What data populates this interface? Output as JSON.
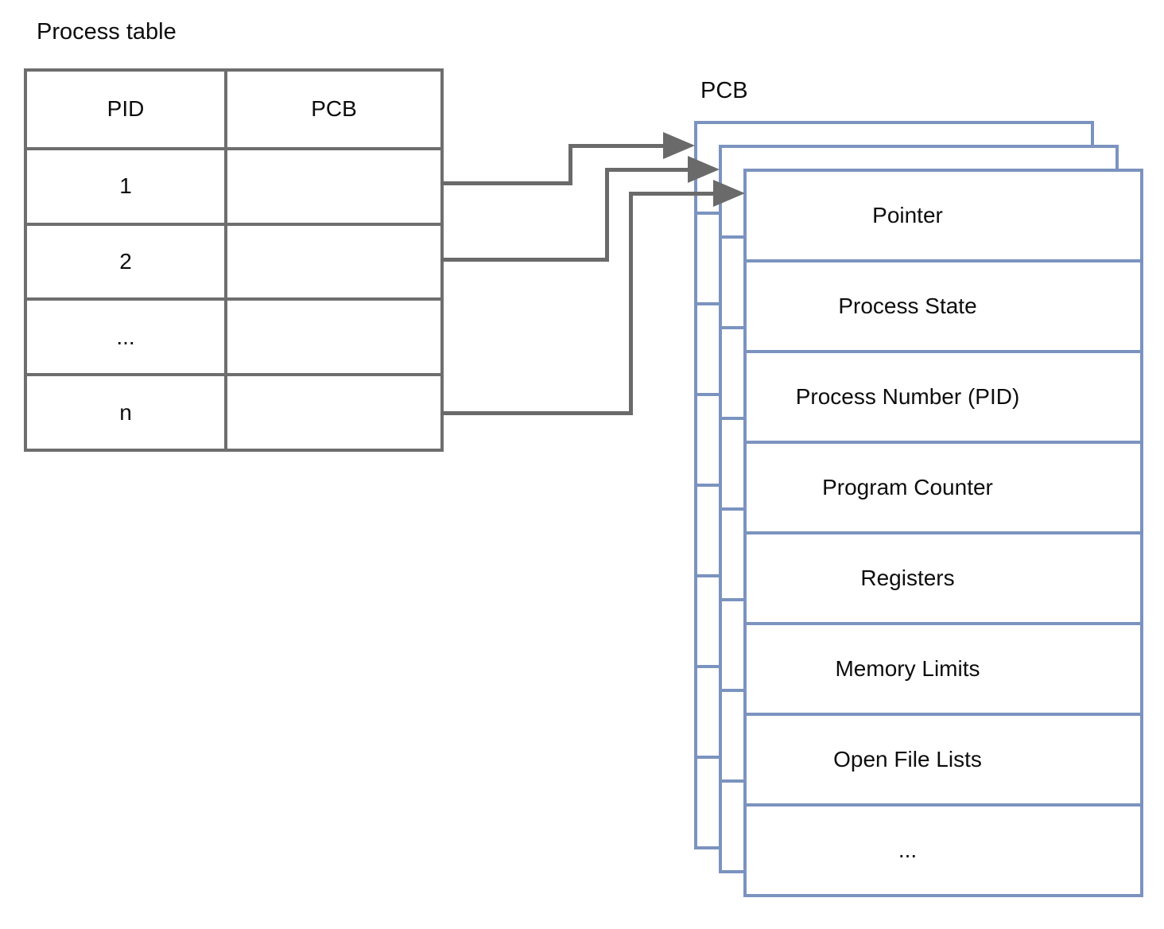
{
  "process_table": {
    "title": "Process table",
    "headers": [
      "PID",
      "PCB"
    ],
    "rows": [
      {
        "pid": "1",
        "pcb": ""
      },
      {
        "pid": "2",
        "pcb": ""
      },
      {
        "pid": "...",
        "pcb": ""
      },
      {
        "pid": "n",
        "pcb": ""
      }
    ]
  },
  "pcb": {
    "label": "PCB",
    "layer_count": 3,
    "fields": [
      "Pointer",
      "Process State",
      "Process Number (PID)",
      "Program Counter",
      "Registers",
      "Memory Limits",
      "Open File Lists",
      "..."
    ]
  },
  "connectors": [
    {
      "from": "process-table-row-1",
      "to": "pcb-layer-back"
    },
    {
      "from": "process-table-row-2",
      "to": "pcb-layer-middle"
    },
    {
      "from": "process-table-row-n",
      "to": "pcb-layer-front"
    }
  ],
  "colors": {
    "table_border": "#6e6e6e",
    "connector": "#6a6a6a",
    "pcb_border": "#7b93bf",
    "text": "#0d0d0d",
    "background": "#ffffff"
  }
}
